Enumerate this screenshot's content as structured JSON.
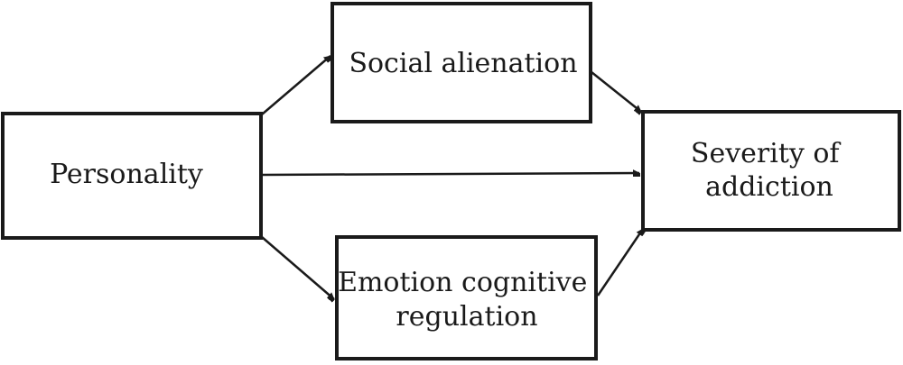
{
  "nodes": {
    "personality": {
      "lines": [
        "Personality"
      ]
    },
    "social_alienation": {
      "lines": [
        "Social alienation"
      ]
    },
    "emotion_regulation": {
      "lines": [
        "Emotion cognitive",
        "regulation"
      ]
    },
    "severity": {
      "lines": [
        "Severity of",
        "addiction"
      ]
    }
  },
  "edges": [
    {
      "from": "personality",
      "to": "social_alienation"
    },
    {
      "from": "personality",
      "to": "emotion_regulation"
    },
    {
      "from": "personality",
      "to": "severity"
    },
    {
      "from": "social_alienation",
      "to": "severity"
    },
    {
      "from": "emotion_regulation",
      "to": "severity"
    }
  ],
  "colors": {
    "stroke": "#1a1a1a",
    "background": "#ffffff"
  }
}
